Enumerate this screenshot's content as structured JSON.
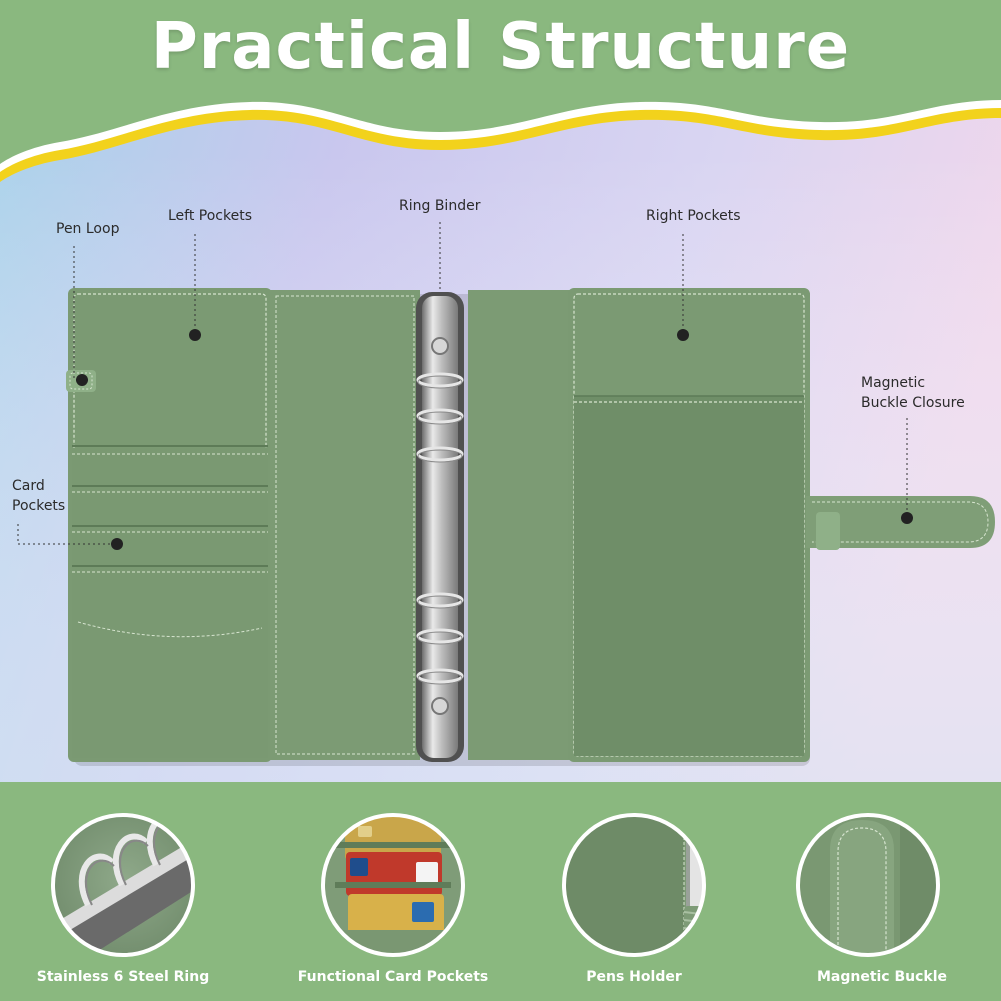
{
  "title": "Practical Structure",
  "colors": {
    "banner": "#8ab87f",
    "wave_accent": "#f2d21c",
    "leather": "#7a9a72",
    "leather_dark": "#6d8d66",
    "stitch": "#d6e4cf",
    "ring_metal": "#c8c8c8"
  },
  "labels": {
    "pen_loop": "Pen Loop",
    "left_pockets": "Left Pockets",
    "ring_binder": "Ring Binder",
    "right_pockets": "Right Pockets",
    "magnetic_closure": "Magnetic\nBuckle Closure",
    "card_pockets": "Card\nPockets"
  },
  "features": [
    {
      "caption": "Stainless 6 Steel Ring",
      "icon": "ring-closeup"
    },
    {
      "caption": "Functional Card Pockets",
      "icon": "card-pockets-closeup"
    },
    {
      "caption": "Pens Holder",
      "icon": "pen-holder-closeup"
    },
    {
      "caption": "Magnetic Buckle",
      "icon": "buckle-closeup"
    }
  ]
}
